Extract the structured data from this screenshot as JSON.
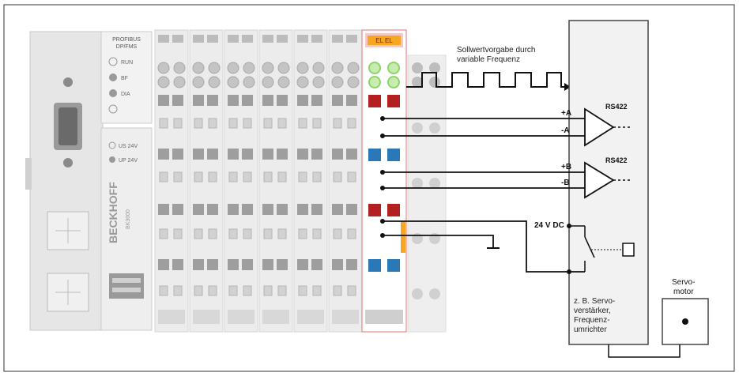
{
  "module": {
    "bus_coupler_label_1": "PROFIBUS",
    "bus_coupler_label_2": "DP/FMS",
    "led_run": "RUN",
    "led_bf": "BF",
    "led_dia": "DIA",
    "led_us": "US 24V",
    "led_up": "UP 24V",
    "brand": "BECKHOFF",
    "model": "BK3000",
    "highlight_label": "EL EL"
  },
  "diagram": {
    "setpoint_label_1": "Sollwertvorgabe durch",
    "setpoint_label_2": "variable Frequenz",
    "signal_a_plus": "+A",
    "signal_a_minus": "-A",
    "signal_b_plus": "+B",
    "signal_b_minus": "-B",
    "rs422_top": "RS422",
    "rs422_bottom": "RS422",
    "supply": "24 V DC",
    "amplifier_line_1": "z. B. Servo-",
    "amplifier_line_2": "verstärker,",
    "amplifier_line_3": "Frequenz-",
    "amplifier_line_4": "umrichter",
    "motor_line_1": "Servo-",
    "motor_line_2": "motor"
  },
  "colors": {
    "frame": "#555555",
    "wire": "#222222",
    "module_body": "#e4e4e4",
    "terminal_orange": "#f5a623",
    "led_green": "#8fd46a",
    "led_red": "#b32020",
    "contact_blue": "#2a78b8"
  }
}
